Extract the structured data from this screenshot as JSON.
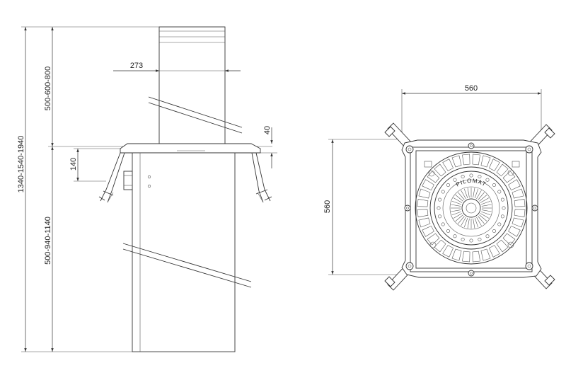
{
  "dimensions": {
    "total_height": "1340-1540-1940",
    "upper_height": "500-600-800",
    "lower_height": "500-940-1140",
    "diameter": "273",
    "flange_thickness": "40",
    "flange_depth": "140",
    "plan_width": "560",
    "plan_height": "560"
  },
  "plate_lettering": "PILOMAT"
}
